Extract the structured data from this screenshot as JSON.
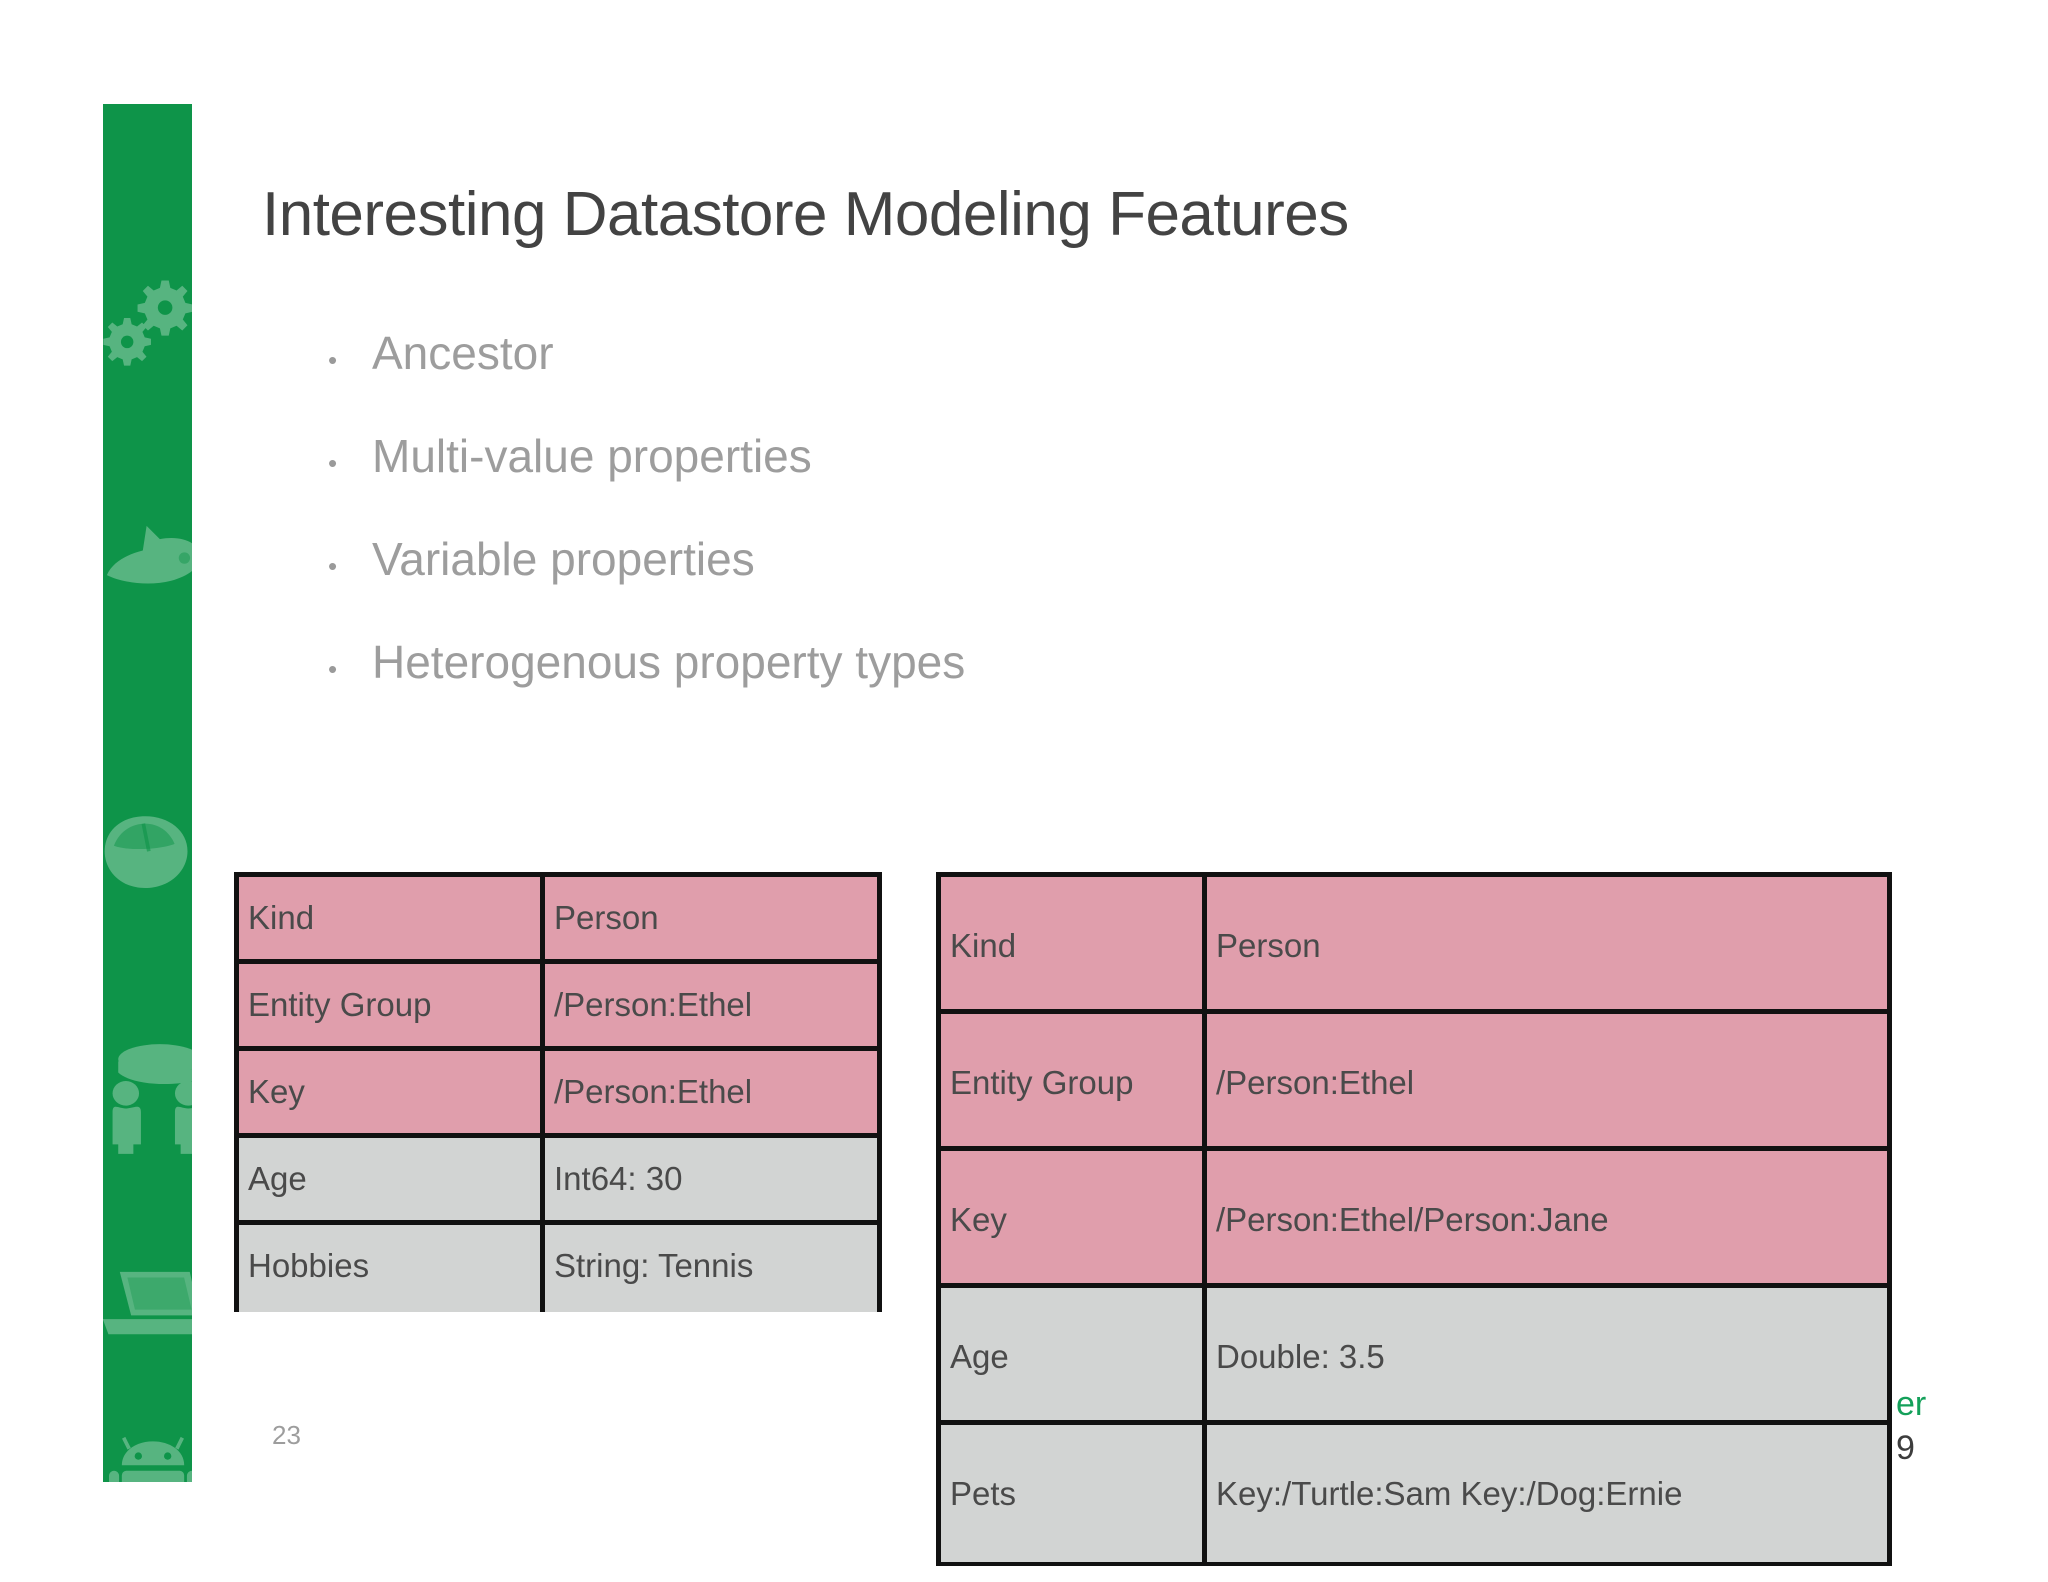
{
  "slide": {
    "title": "Interesting Datastore Modeling Features",
    "page_number": "23",
    "accent_green": "#0E9449",
    "title_color": "#434343",
    "bullet_color": "#9d9d9d"
  },
  "bullets": [
    {
      "marker": "•",
      "label": "Ancestor"
    },
    {
      "marker": "•",
      "label": "Multi-value properties"
    },
    {
      "marker": "•",
      "label": "Variable properties"
    },
    {
      "marker": "•",
      "label": "Heterogenous property types"
    }
  ],
  "sidebar": {
    "icons": [
      "gears-icon",
      "animal-icon",
      "mouse-icon",
      "people-icon",
      "laptop-icon",
      "android-robot-icon"
    ]
  },
  "tables": {
    "left": {
      "highlight_color": "#E09EAC",
      "plain_color": "#D2D4D3",
      "rows": [
        {
          "key": "Kind",
          "value": "Person",
          "style": "pink"
        },
        {
          "key": "Entity Group",
          "value": "/Person:Ethel",
          "style": "pink"
        },
        {
          "key": "Key",
          "value": "/Person:Ethel",
          "style": "pink"
        },
        {
          "key": "Age",
          "value": "Int64: 30",
          "style": "gray"
        },
        {
          "key": "Hobbies",
          "value": "String: Tennis",
          "style": "gray"
        }
      ]
    },
    "right": {
      "highlight_color": "#E09EAC",
      "plain_color": "#D2D4D3",
      "rows": [
        {
          "key": "Kind",
          "value": "Person",
          "style": "pink"
        },
        {
          "key": "Entity Group",
          "value": "/Person:Ethel",
          "style": "pink"
        },
        {
          "key": "Key",
          "value": "/Person:Ethel/Person:Jane",
          "style": "pink"
        },
        {
          "key": "Age",
          "value": "Double: 3.5",
          "style": "gray"
        },
        {
          "key": "Pets",
          "value": "Key:/Turtle:Sam  Key:/Dog:Ernie",
          "style": "gray"
        }
      ]
    }
  },
  "edge_fragment": {
    "green_text": "er",
    "dark_text": "9"
  }
}
